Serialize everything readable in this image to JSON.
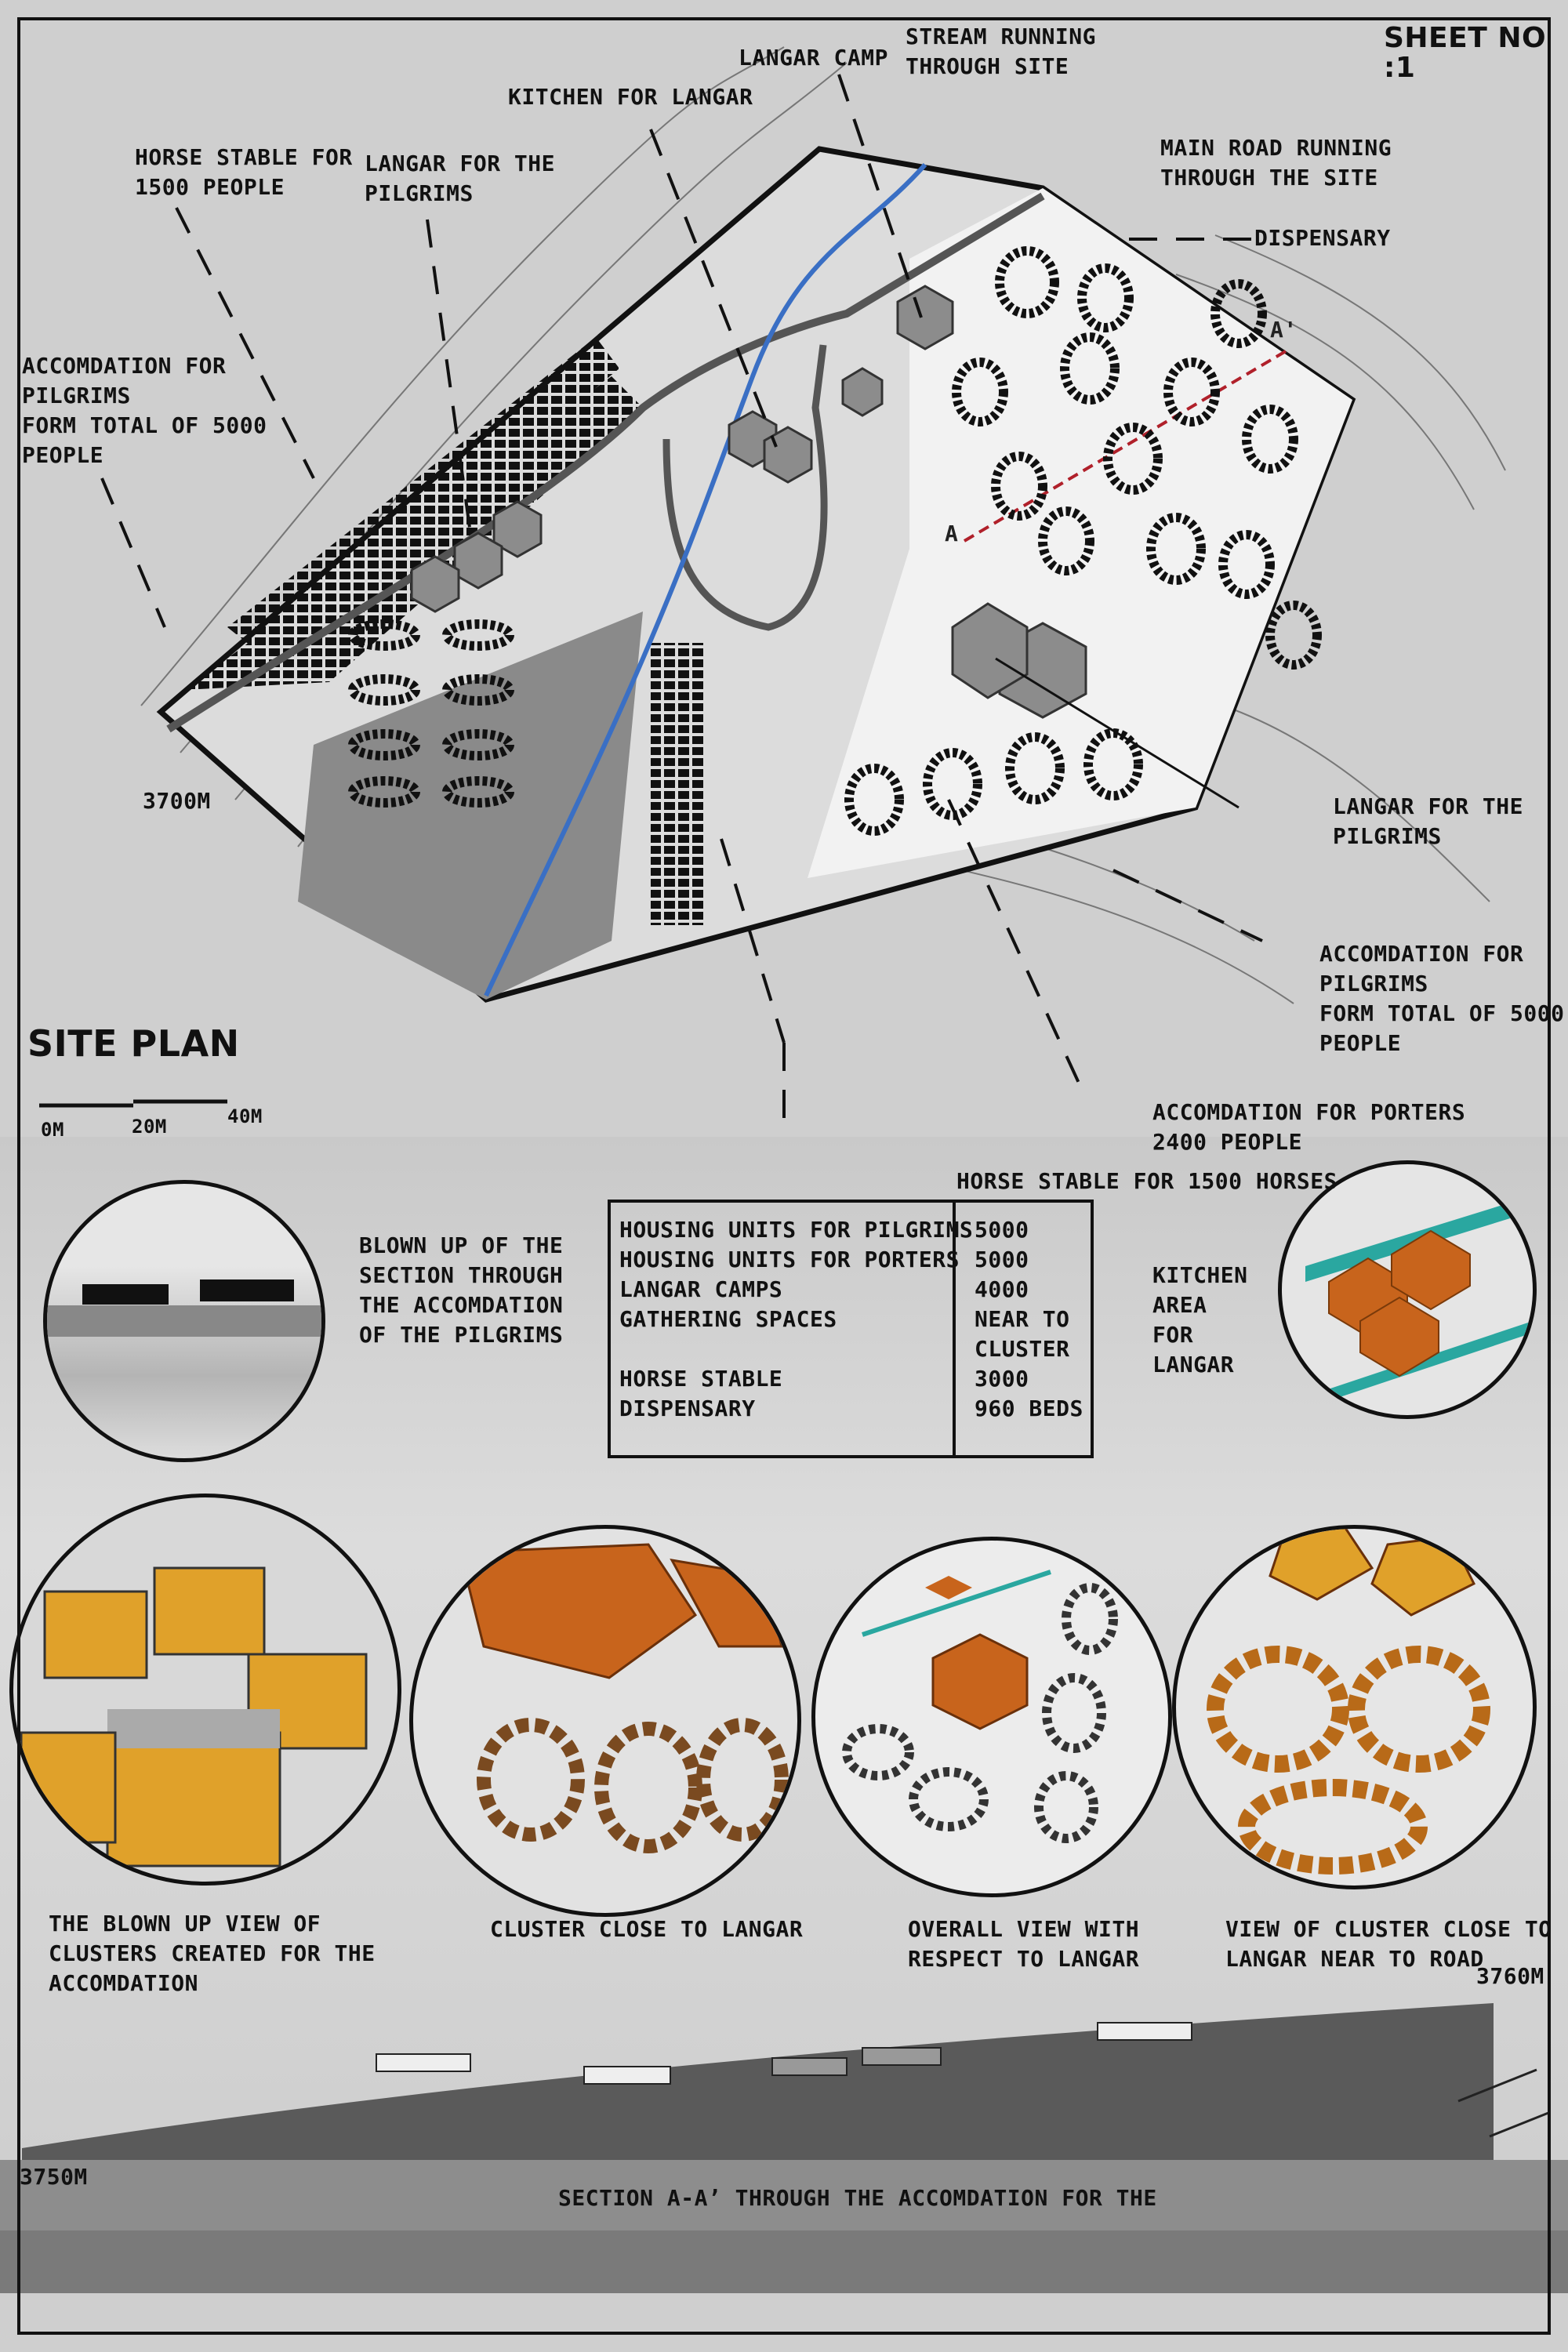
{
  "sheet": "SHEET NO :1",
  "site_plan_title": "SITE PLAN",
  "scale": [
    "0M",
    "20M",
    "40M"
  ],
  "labels": {
    "stream": "STREAM RUNNING\nTHROUGH SITE",
    "langar_camp": "LANGAR CAMP",
    "kitchen": "KITCHEN FOR LANGAR",
    "horse_stable_top": "HORSE STABLE FOR\n1500 PEOPLE",
    "langar_top": "LANGAR FOR THE\nPILGRIMS",
    "main_road": "MAIN ROAD RUNNING\nTHROUGH THE SITE",
    "dispensary": "DISPENSARY",
    "accom_left": "ACCOMDATION FOR\nPILGRIMS\nFORM TOTAL OF 5000\nPEOPLE",
    "elev_3700": "3700M",
    "langar_right": "LANGAR FOR THE\nPILGRIMS",
    "accom_right": "ACCOMDATION FOR\nPILGRIMS\nFORM TOTAL OF 5000\nPEOPLE",
    "porters": "ACCOMDATION FOR PORTERS\n2400 PEOPLE",
    "horse_stable_bottom": "HORSE STABLE FOR 1500 HORSES",
    "section_a": "A",
    "section_a_prime": "A'",
    "blown_section": "BLOWN UP OF THE\nSECTION THROUGH\nTHE ACCOMDATION\nOF THE PILGRIMS",
    "kitchen_area": "KITCHEN\nAREA\nFOR\nLANGAR",
    "caption1": "THE BLOWN UP VIEW OF\nCLUSTERS CREATED FOR THE\nACCOMDATION",
    "caption2": "CLUSTER CLOSE TO LANGAR",
    "caption3": "OVERALL VIEW WITH\nRESPECT TO LANGAR",
    "caption4": "VIEW OF CLUSTER CLOSE TO\nLANGAR NEAR TO ROAD",
    "elev_3760": "3760M",
    "elev_3750": "3750M",
    "section_title": "SECTION  A-A’ THROUGH THE ACCOMDATION  FOR THE"
  },
  "table": {
    "items": "HOUSING UNITS FOR PILGRIMS\nHOUSING UNITS FOR PORTERS\nLANGAR CAMPS\nGATHERING SPACES\n\nHORSE STABLE\nDISPENSARY",
    "values": "5000\n5000\n4000\nNEAR TO\nCLUSTER\n3000\n960 BEDS"
  },
  "colors": {
    "stream": "#3a6fc4",
    "section_line": "#b0202a",
    "roof_orange": "#c8641c",
    "hut_yellow": "#e0a12a"
  }
}
